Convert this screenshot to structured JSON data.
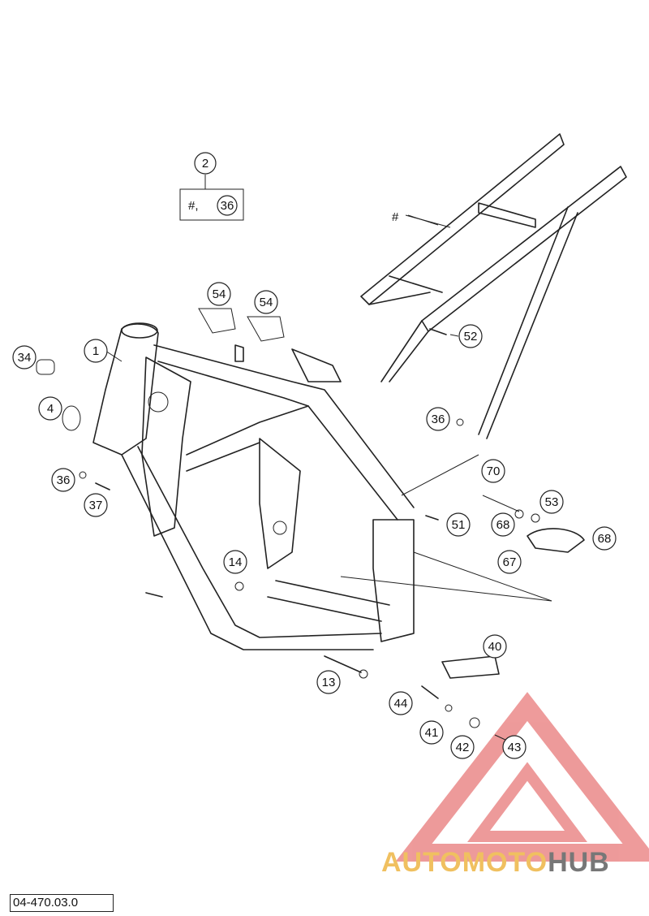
{
  "diagram_code": "04-470.03.0",
  "watermark": {
    "text_part1": "AUTOMOTO",
    "text_part2": "HUB",
    "colors": {
      "logo": "#e04848",
      "text_light": "#f0c060",
      "text_dark": "#777777"
    }
  },
  "assembly_box": {
    "label": "2",
    "content_hash": "#,",
    "content_ref": "36"
  },
  "subframe_marker": "#",
  "labels": [
    "1",
    "4",
    "34",
    "36",
    "37",
    "54",
    "54",
    "14",
    "13",
    "52",
    "36",
    "51",
    "70",
    "53",
    "68",
    "68",
    "67",
    "40",
    "44",
    "41",
    "42",
    "43"
  ]
}
